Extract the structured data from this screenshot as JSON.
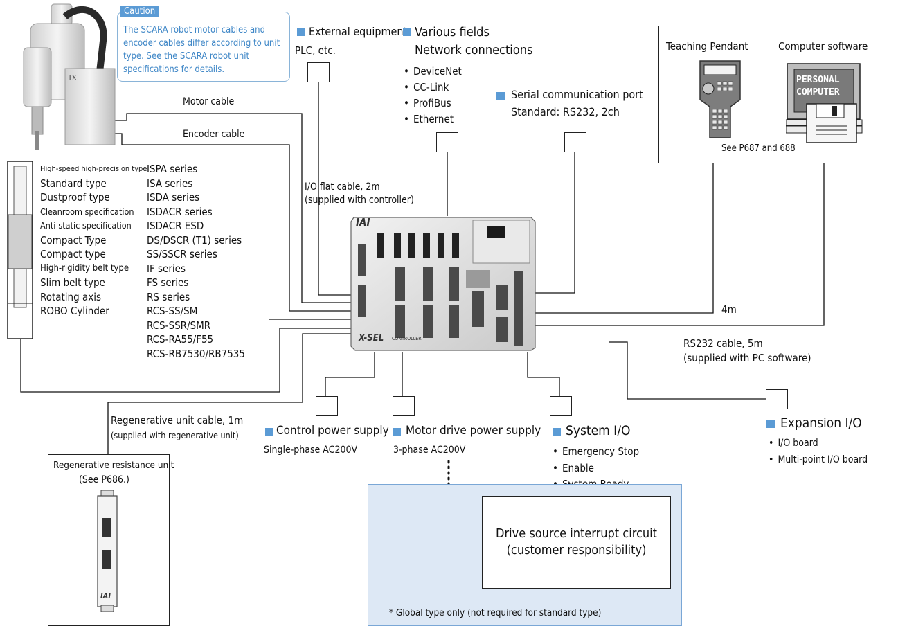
{
  "caution": {
    "tag": "Caution",
    "text": "The SCARA robot motor cables and encoder cables differ according to unit type. See the SCARA robot unit specifications for details."
  },
  "cables": {
    "motor": "Motor cable",
    "encoder": "Encoder cable",
    "io_flat_line1": "I/O flat cable, 2m",
    "io_flat_line2": "(supplied with controller)",
    "pendant_length": "4m",
    "rs232_line1": "RS232 cable, 5m",
    "rs232_line2": "(supplied with PC software)",
    "regen_line1": "Regenerative unit cable, 1m",
    "regen_line2": "(supplied with regenerative unit)"
  },
  "external": {
    "title": "External equipment",
    "sub": "PLC, etc."
  },
  "network": {
    "title_line1": "Various fields",
    "title_line2": "Network connections",
    "items": [
      "DeviceNet",
      "CC-Link",
      "ProfiBus",
      "Ethernet"
    ]
  },
  "serial": {
    "title": "Serial communication port",
    "sub": "Standard: RS232, 2ch"
  },
  "teaching": {
    "pendant_label": "Teaching Pendant",
    "software_label": "Computer software",
    "screen_line1": "PERSONAL",
    "screen_line2": "COMPUTER",
    "ref": "See P687 and 688"
  },
  "actuators": {
    "types": [
      "High-speed high-precision type",
      "Standard type",
      "Dustproof type",
      "Cleanroom specification",
      "Anti-static specification",
      "Compact Type",
      "Compact type",
      "High-rigidity belt type",
      "Slim belt type",
      "Rotating axis",
      "ROBO Cylinder"
    ],
    "series": [
      "ISPA series",
      "ISA series",
      "ISDA series",
      "ISDACR series",
      "ISDACR ESD",
      "DS/DSCR (T1) series",
      "SS/SSCR series",
      "IF series",
      "FS series",
      "RS series",
      "RCS-SS/SM",
      "RCS-SSR/SMR",
      "RCS-RA55/F55",
      "RCS-RB7530/RB7535"
    ]
  },
  "controller": {
    "brand": "IAI",
    "name": "X-SEL",
    "sub": "CONTROLLER"
  },
  "power": {
    "control_title": "Control power supply",
    "control_sub": "Single-phase AC200V",
    "motor_title": "Motor drive power supply",
    "motor_sub": "3-phase AC200V"
  },
  "system_io": {
    "title": "System I/O",
    "items": [
      "Emergency Stop",
      "Enable",
      "System Ready"
    ]
  },
  "expansion": {
    "title": "Expansion I/O",
    "items": [
      "I/O board",
      "Multi-point I/O board"
    ]
  },
  "regen_unit": {
    "title": "Regenerative resistance unit",
    "ref": "(See P686.)",
    "brand": "IAI"
  },
  "interrupt": {
    "line1": "Drive source interrupt circuit",
    "line2": "(customer responsibility)",
    "note": "* Global type only (not required for standard type)"
  },
  "colors": {
    "accent": "#5b9bd5",
    "caution_text": "#3f87c7",
    "global_fill": "#dde8f5"
  }
}
